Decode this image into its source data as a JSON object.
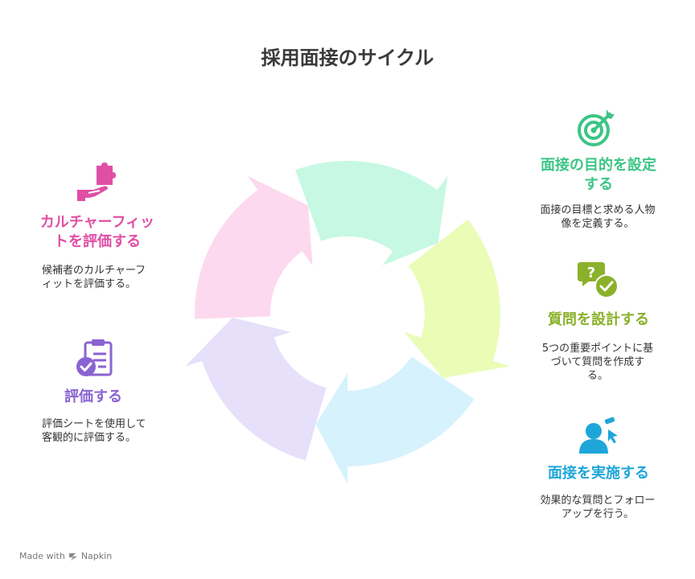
{
  "title": "採用面接のサイクル",
  "steps": [
    {
      "heading": "面接の目的を設定する",
      "description": "面接の目標と求める人物像を定義する。",
      "color": "#3cc585",
      "icon": "target-icon"
    },
    {
      "heading": "質問を設計する",
      "description": "5つの重要ポイントに基づいて質問を作成する。",
      "color": "#8bb12b",
      "icon": "question-chat-icon"
    },
    {
      "heading": "面接を実施する",
      "description": "効果的な質問とフォローアップを行う。",
      "color": "#1ea6d9",
      "icon": "interviewer-icon"
    },
    {
      "heading": "評価する",
      "description": "評価シートを使用して客観的に評価する。",
      "color": "#8a63d2",
      "icon": "clipboard-check-icon"
    },
    {
      "heading": "カルチャーフィットを評価する",
      "description": "候補者のカルチャーフィットを評価する。",
      "color": "#e04fa6",
      "icon": "puzzle-hand-icon"
    }
  ],
  "segment_colors": [
    "#c7f8e3",
    "#eafcb6",
    "#d6f2fc",
    "#e6e0fb",
    "#fdd9ef"
  ],
  "footer": {
    "made_with": "Made with",
    "brand": "Napkin"
  }
}
